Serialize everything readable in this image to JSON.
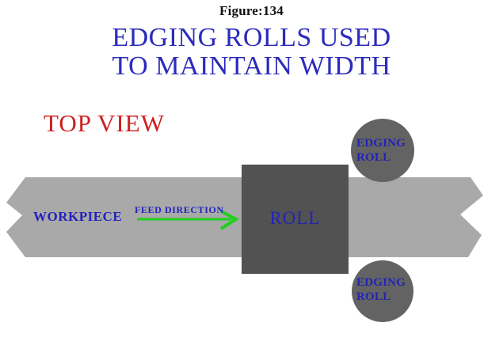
{
  "figure_label": "Figure:134",
  "title": {
    "line1": "EDGING ROLLS USED",
    "line2": "TO MAINTAIN WIDTH"
  },
  "view_label": "TOP VIEW",
  "diagram": {
    "workpiece_label": "WORKPIECE",
    "feed_direction_label": "FEED DIRECTION",
    "roll_label": "ROLL",
    "edging_roll_top": {
      "line1": "EDGING",
      "line2": "ROLL"
    },
    "edging_roll_bottom": {
      "line1": "EDGING",
      "line2": "ROLL"
    }
  },
  "colors": {
    "title_blue": "#2b2bbd",
    "label_blue": "#2222bb",
    "view_red": "#cc2020",
    "arrow_green": "#1fcf1f",
    "workpiece_gray": "#a9a9a9",
    "roll_gray": "#525252",
    "edging_roll_gray": "#636363",
    "figure_black": "#111111",
    "background": "#ffffff"
  }
}
